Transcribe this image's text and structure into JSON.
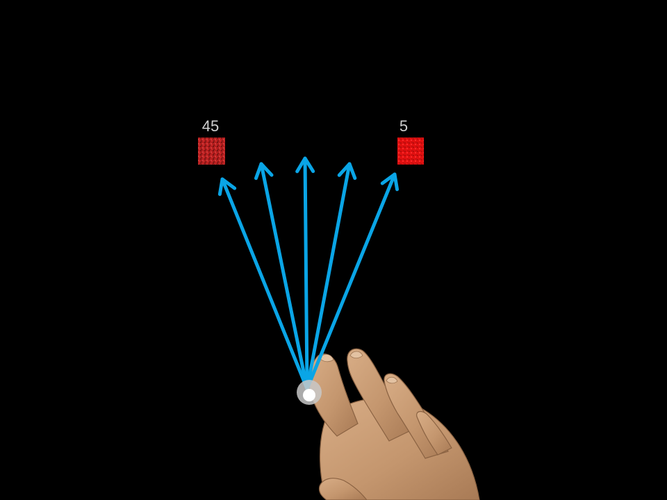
{
  "colors": {
    "background": "#000000",
    "arrow": "#0aa5e6",
    "target_left": "#b41e1e",
    "target_right": "#e01010",
    "label": "#d0d0d0",
    "skin": "#c89a72",
    "start_outer": "#c8c8c8",
    "start_inner": "#ffffff"
  },
  "targets": [
    {
      "name": "left-target",
      "label": "45"
    },
    {
      "name": "right-target",
      "label": "5"
    }
  ],
  "arrows": [
    {
      "name": "arrow-1"
    },
    {
      "name": "arrow-2"
    },
    {
      "name": "arrow-3"
    },
    {
      "name": "arrow-4"
    },
    {
      "name": "arrow-5"
    }
  ],
  "icons": {
    "start": "start-point-icon",
    "hand": "hand-icon"
  }
}
